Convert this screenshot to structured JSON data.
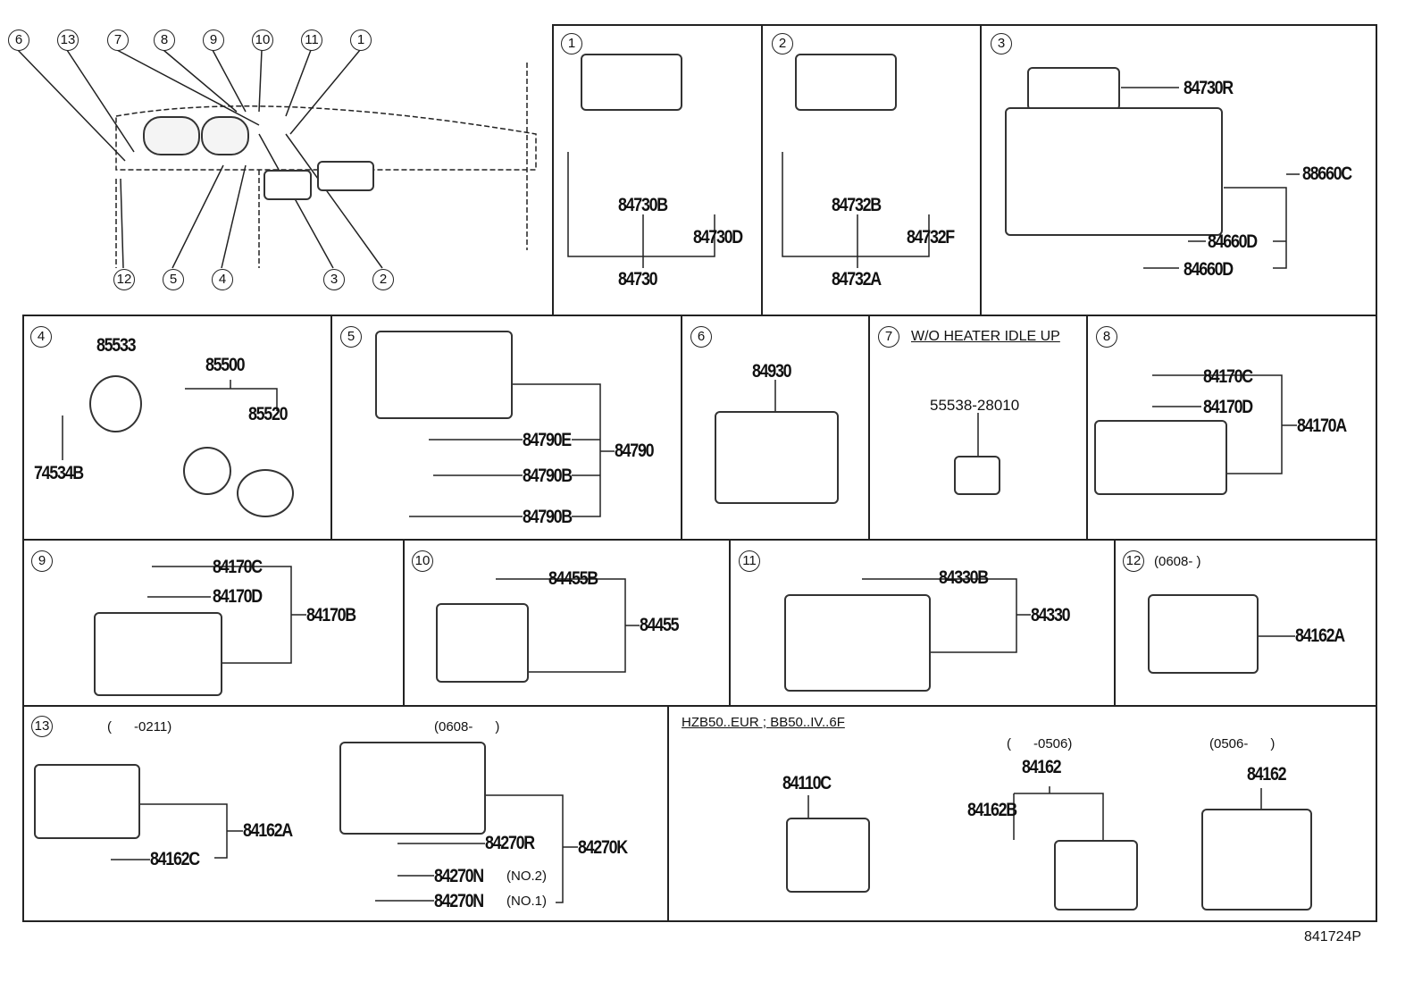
{
  "overview": {
    "callouts_top": [
      "6",
      "13",
      "7",
      "8",
      "9",
      "10",
      "11",
      "1"
    ],
    "callouts_bottom": [
      "12",
      "5",
      "4",
      "3",
      "2"
    ]
  },
  "panels": {
    "p1": {
      "num": "1",
      "labels": [
        "84730B",
        "84730D",
        "84730"
      ]
    },
    "p2": {
      "num": "2",
      "labels": [
        "84732B",
        "84732F",
        "84732A"
      ]
    },
    "p3": {
      "num": "3",
      "labels": [
        "84730R",
        "88660C",
        "84660D",
        "84660D"
      ]
    },
    "p4": {
      "num": "4",
      "labels": [
        "85533",
        "85500",
        "85520",
        "74534B"
      ]
    },
    "p5": {
      "num": "5",
      "labels": [
        "84790E",
        "84790",
        "84790B",
        "84790B"
      ]
    },
    "p6": {
      "num": "6",
      "labels": [
        "84930"
      ]
    },
    "p7": {
      "num": "7",
      "condition": "W/O HEATER IDLE UP",
      "labels": [
        "55538-28010"
      ]
    },
    "p8": {
      "num": "8",
      "labels": [
        "84170C",
        "84170D",
        "84170A"
      ]
    },
    "p9": {
      "num": "9",
      "labels": [
        "84170C",
        "84170D",
        "84170B"
      ]
    },
    "p10": {
      "num": "10",
      "labels": [
        "84455B",
        "84455"
      ]
    },
    "p11": {
      "num": "11",
      "labels": [
        "84330B",
        "84330"
      ]
    },
    "p12": {
      "num": "12",
      "date": "(0608-      )",
      "labels": [
        "84162A"
      ]
    },
    "p13": {
      "num": "13",
      "date_a": "(      -0211)",
      "date_b": "(0608-      )",
      "labels": [
        "84162A",
        "84162C",
        "84270R",
        "84270K",
        "84270N",
        "84270N"
      ],
      "notes": [
        "(NO.2)",
        "(NO.1)"
      ]
    },
    "p14": {
      "condition": "HZB50..EUR ; BB50..IV..6F",
      "date_a": "(      -0506)",
      "date_b": "(0506-      )",
      "labels": [
        "84110C",
        "84162",
        "84162B",
        "84162"
      ]
    }
  },
  "footer": {
    "diagram_code": "841724P"
  }
}
